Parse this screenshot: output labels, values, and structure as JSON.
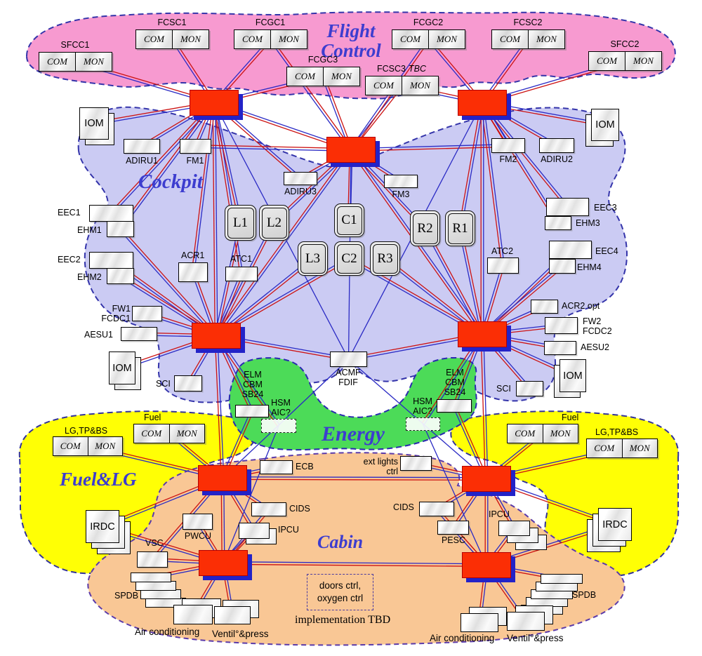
{
  "regions": {
    "flight_control": {
      "title": "Flight Control",
      "color": "#f79ad0",
      "border": "#3434aa"
    },
    "cockpit": {
      "title": "Cockpit",
      "color": "#cbcbf3",
      "border": "#3434aa"
    },
    "energy": {
      "title": "Energy",
      "color": "#4cdb58",
      "border": "#2a2ab0"
    },
    "fuel_lg": {
      "title": "Fuel&LG",
      "color": "#ffff05",
      "border": "#33339a"
    },
    "cabin": {
      "title": "Cabin",
      "color": "#f9c795",
      "border": "#5a3aaa"
    }
  },
  "labels": {
    "com": "COM",
    "mon": "MON",
    "tbc": "TBC"
  },
  "colors": {
    "switch": "#fb2e05",
    "switch_shadow": "#2323c8",
    "wire_red": "#cc1111",
    "wire_blue": "#2a2ac4"
  },
  "nodes": {
    "sfcc1": "SFCC1",
    "fcsc1": "FCSC1",
    "fcgc1": "FCGC1",
    "fcgc2": "FCGC2",
    "fcsc2": "FCSC2",
    "sfcc2": "SFCC2",
    "fcgc3": "FCGC3",
    "fcsc3": "FCSC3",
    "iom": "IOM",
    "irdc": "IRDC",
    "sci": "SCI",
    "adiru1": "ADIRU1",
    "adiru2": "ADIRU2",
    "adiru3": "ADIRU3",
    "fm1": "FM1",
    "fm2": "FM2",
    "fm3": "FM3",
    "eec1": "EEC1",
    "ehm1": "EHM1",
    "eec2": "EEC2",
    "ehm2": "EHM2",
    "eec3": "EEC3",
    "ehm3": "EHM3",
    "eec4": "EEC4",
    "ehm4": "EHM4",
    "acr1": "ACR1",
    "atc1": "ATC1",
    "atc2": "ATC2",
    "acr2": "ACR2 opt",
    "l1": "L1",
    "l2": "L2",
    "l3": "L3",
    "c1": "C1",
    "c2": "C2",
    "r1": "R1",
    "r2": "R2",
    "r3": "R3",
    "fw1": {
      "l1": "FW1",
      "l2": "FCDC1"
    },
    "fw2": {
      "l1": "FW2",
      "l2": "FCDC2"
    },
    "aesu1": "AESU1",
    "aesu2": "AESU2",
    "acmf": {
      "l1": "ACMF",
      "l2": "FDIF"
    },
    "elm": {
      "l1": "ELM",
      "l2": "CBM",
      "l3": "SB24"
    },
    "hsm": {
      "l1": "HSM",
      "l2": "AIC?"
    },
    "lgtpbs": "LG,TP&BS",
    "fuel": "Fuel",
    "ecb": "ECB",
    "extlights": {
      "l1": "ext lights",
      "l2": "ctrl"
    },
    "cids": "CIDS",
    "ipcu": "IPCU",
    "pwcu": "PWCU",
    "pesc": "PESC",
    "vsc": "VSC",
    "spdb": "SPDB",
    "aircond": "Air conditioning",
    "ventil": "Ventil°&press",
    "doors": {
      "l1": "doors ctrl,",
      "l2": "oxygen ctrl"
    },
    "impl": "implementation TBD"
  },
  "connections": [
    [
      "sw_tl",
      "sfcc1"
    ],
    [
      "sw_tl",
      "fcsc1"
    ],
    [
      "sw_tl",
      "fcgc1"
    ],
    [
      "sw_tl",
      "fcgc3"
    ],
    [
      "sw_tl",
      "iom_lt"
    ],
    [
      "sw_tl",
      "adiru1"
    ],
    [
      "sw_tl",
      "fm1"
    ],
    [
      "sw_tl",
      "adiru3"
    ],
    [
      "sw_tl",
      "eec1"
    ],
    [
      "sw_tl",
      "ehm1"
    ],
    [
      "sw_tl",
      "acr1"
    ],
    [
      "sw_tl",
      "atc1"
    ],
    [
      "sw_tl",
      "l1"
    ],
    [
      "sw_tl",
      "sw_ml"
    ],
    [
      "sw_tl",
      "sw_tc"
    ],
    [
      "sw_tl",
      "acmf",
      "b"
    ],
    [
      "sw_tc",
      "fcgc1"
    ],
    [
      "sw_tc",
      "fcgc3"
    ],
    [
      "sw_tc",
      "fcsc3"
    ],
    [
      "sw_tc",
      "fcgc2"
    ],
    [
      "sw_tc",
      "fm1"
    ],
    [
      "sw_tc",
      "fm2"
    ],
    [
      "sw_tc",
      "adiru3"
    ],
    [
      "sw_tc",
      "fm3"
    ],
    [
      "sw_tc",
      "c1"
    ],
    [
      "sw_tc",
      "l2"
    ],
    [
      "sw_tc",
      "r2"
    ],
    [
      "sw_tc",
      "acmf",
      "b"
    ],
    [
      "sw_tc",
      "sw_ml"
    ],
    [
      "sw_tc",
      "sw_mr"
    ],
    [
      "sw_tr",
      "fcgc2"
    ],
    [
      "sw_tr",
      "fcsc2"
    ],
    [
      "sw_tr",
      "sfcc2"
    ],
    [
      "sw_tr",
      "fcsc3"
    ],
    [
      "sw_tr",
      "iom_rt"
    ],
    [
      "sw_tr",
      "fm2"
    ],
    [
      "sw_tr",
      "adiru2"
    ],
    [
      "sw_tr",
      "eec3"
    ],
    [
      "sw_tr",
      "ehm3"
    ],
    [
      "sw_tr",
      "atc2"
    ],
    [
      "sw_tr",
      "r1"
    ],
    [
      "sw_tr",
      "sw_mr"
    ],
    [
      "sw_tr",
      "acmf",
      "b"
    ],
    [
      "sw_ml",
      "fw1"
    ],
    [
      "sw_ml",
      "aesu1"
    ],
    [
      "sw_ml",
      "iom_lm"
    ],
    [
      "sw_ml",
      "sci_l"
    ],
    [
      "sw_ml",
      "acr1"
    ],
    [
      "sw_ml",
      "atc1"
    ],
    [
      "sw_ml",
      "eec2"
    ],
    [
      "sw_ml",
      "ehm2"
    ],
    [
      "sw_ml",
      "ehm1"
    ],
    [
      "sw_ml",
      "l1"
    ],
    [
      "sw_ml",
      "l2"
    ],
    [
      "sw_ml",
      "l3"
    ],
    [
      "sw_ml",
      "c2"
    ],
    [
      "sw_ml",
      "elm_l"
    ],
    [
      "sw_ml",
      "hsm_l"
    ],
    [
      "sw_ml",
      "acmf"
    ],
    [
      "sw_ml",
      "sw_fl"
    ],
    [
      "sw_mr",
      "acr2"
    ],
    [
      "sw_mr",
      "fw2"
    ],
    [
      "sw_mr",
      "aesu2"
    ],
    [
      "sw_mr",
      "iom_rm"
    ],
    [
      "sw_mr",
      "sci_r"
    ],
    [
      "sw_mr",
      "atc2"
    ],
    [
      "sw_mr",
      "eec4"
    ],
    [
      "sw_mr",
      "ehm4"
    ],
    [
      "sw_mr",
      "r1"
    ],
    [
      "sw_mr",
      "r2"
    ],
    [
      "sw_mr",
      "r3"
    ],
    [
      "sw_mr",
      "c2"
    ],
    [
      "sw_mr",
      "elm_r"
    ],
    [
      "sw_mr",
      "hsm_r"
    ],
    [
      "sw_mr",
      "acmf"
    ],
    [
      "sw_mr",
      "sw_fr"
    ],
    [
      "sw_fl",
      "lgtpbs_l"
    ],
    [
      "sw_fl",
      "fuel_l"
    ],
    [
      "sw_fl",
      "irdc_l"
    ],
    [
      "sw_fl",
      "ecb"
    ],
    [
      "sw_fl",
      "cids_l"
    ],
    [
      "sw_fl",
      "elm_l"
    ],
    [
      "sw_fl",
      "vsc"
    ],
    [
      "sw_fl",
      "ipcu_l"
    ],
    [
      "sw_fl",
      "sw_fr"
    ],
    [
      "sw_fl",
      "sw_cl"
    ],
    [
      "acmf",
      "sw_fl",
      "b"
    ],
    [
      "sw_fr",
      "fuel_r"
    ],
    [
      "sw_fr",
      "lgtpbs_r"
    ],
    [
      "sw_fr",
      "irdc_r"
    ],
    [
      "sw_fr",
      "extlights"
    ],
    [
      "sw_fr",
      "cids_r"
    ],
    [
      "sw_fr",
      "elm_r"
    ],
    [
      "sw_fr",
      "pesc"
    ],
    [
      "sw_fr",
      "ipcu_r"
    ],
    [
      "sw_fr",
      "sw_cr"
    ],
    [
      "acmf",
      "sw_fr",
      "b"
    ],
    [
      "sw_cl",
      "pwcu"
    ],
    [
      "sw_cl",
      "vsc"
    ],
    [
      "sw_cl",
      "spdb_l"
    ],
    [
      "sw_cl",
      "aircond_l"
    ],
    [
      "sw_cl",
      "ventil_l"
    ],
    [
      "sw_cl",
      "ipcu_l"
    ],
    [
      "sw_cl",
      "cids_l"
    ],
    [
      "sw_cl",
      "irdc_l"
    ],
    [
      "sw_cl",
      "sw_cr"
    ],
    [
      "hsm_l",
      "sw_cl",
      "b"
    ],
    [
      "sw_cr",
      "pesc"
    ],
    [
      "sw_cr",
      "ipcu_r"
    ],
    [
      "sw_cr",
      "spdb_r"
    ],
    [
      "sw_cr",
      "aircond_r"
    ],
    [
      "sw_cr",
      "ventil_r"
    ],
    [
      "sw_cr",
      "cids_r"
    ],
    [
      "sw_cr",
      "irdc_r"
    ],
    [
      "hsm_r",
      "sw_cr",
      "b"
    ]
  ]
}
